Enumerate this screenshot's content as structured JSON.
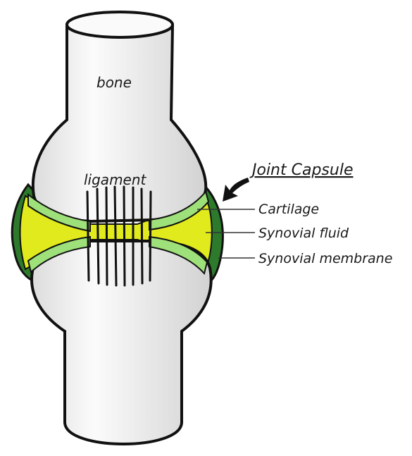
{
  "labels": {
    "bone": "bone",
    "ligament": "ligament",
    "joint_capsule": "Joint Capsule",
    "cartilage": "Cartilage",
    "synovial_fluid": "Synovial fluid",
    "synovial_membrane": "Synovial membrane"
  },
  "colors": {
    "bone_fill": "#f4f4f4",
    "outline": "#111111",
    "cartilage": "#9ee07a",
    "synovial_fluid": "#e0ea1c",
    "synovial_membrane": "#2d7a2d",
    "ligament": "#111111"
  }
}
